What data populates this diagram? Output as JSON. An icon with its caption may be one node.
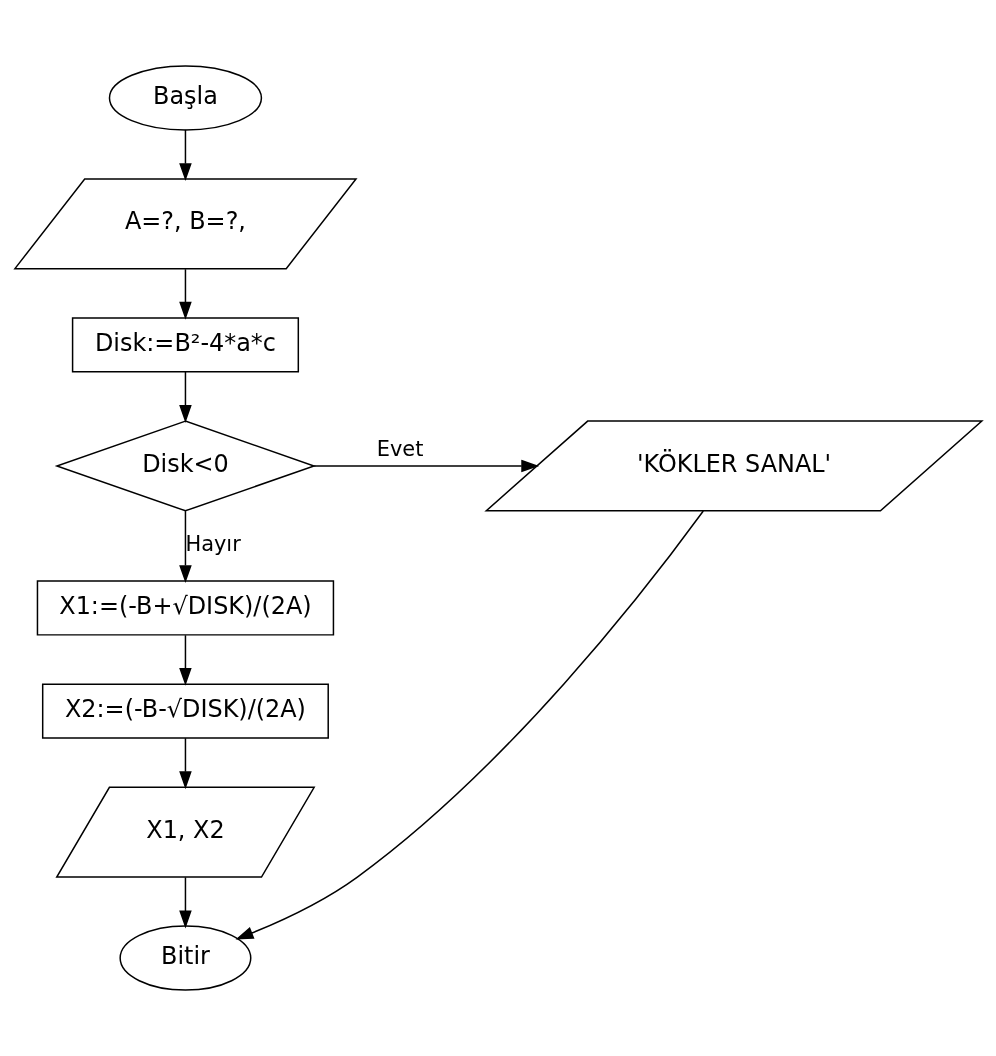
{
  "diagram": {
    "nodes": [
      {
        "text": [
          "Başla"
        ]
      },
      {
        "text": [
          "A=?, B=?,"
        ]
      },
      {
        "text": [
          "Disk:=B²-4*a*c"
        ]
      },
      {
        "text": [
          "Disk<0"
        ]
      },
      {
        "text": [
          "'KÖKLER SANAL'"
        ]
      },
      {
        "text": [
          "X1:=(-B+√DISK)/(2A)"
        ]
      },
      {
        "text": [
          "X2:=(-B-√DISK)/(2A)"
        ]
      },
      {
        "text": [
          "X1, X2"
        ]
      },
      {
        "text": [
          "Bitir"
        ]
      }
    ],
    "edges": [
      {
        "from": 0,
        "to": 1,
        "arrow": "to"
      },
      {
        "from": 1,
        "to": 2,
        "arrow": "to"
      },
      {
        "from": 2,
        "to": 3,
        "arrow": "to"
      },
      {
        "from": 3,
        "to": 4,
        "label": "Evet",
        "arrow": "to"
      },
      {
        "from": 3,
        "to": 5,
        "label": "Hayır",
        "arrow": "to"
      },
      {
        "from": 5,
        "to": 6,
        "arrow": "to"
      },
      {
        "from": 6,
        "to": 7,
        "arrow": "to"
      },
      {
        "from": 7,
        "to": 8,
        "arrow": "to"
      },
      {
        "from": 4,
        "to": 8,
        "arrow": "to"
      }
    ]
  }
}
